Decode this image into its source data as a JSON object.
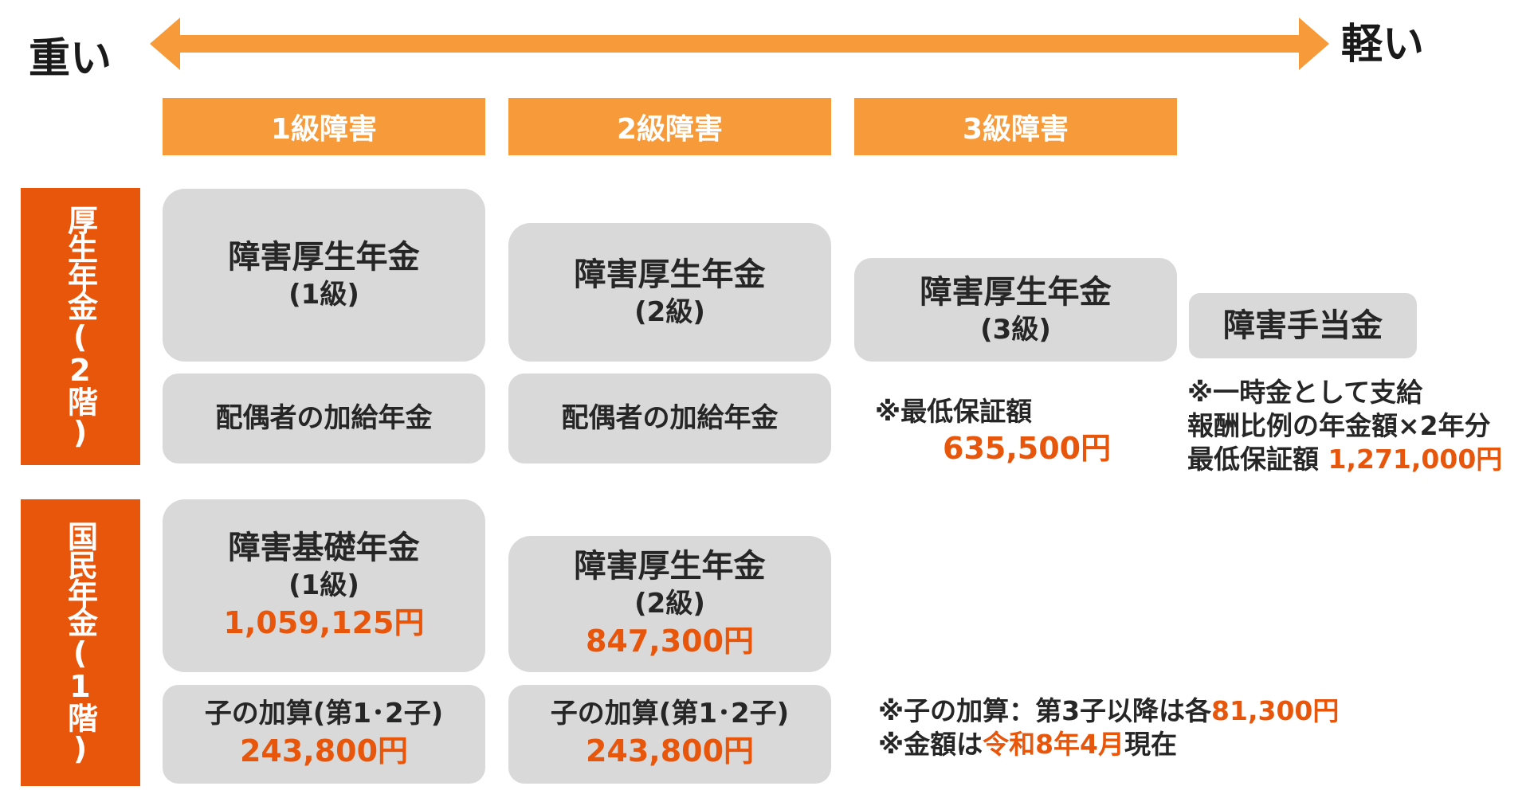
{
  "scale": {
    "heavy_label": "重い",
    "light_label": "軽い"
  },
  "grades": [
    "1級障害",
    "2級障害",
    "3級障害"
  ],
  "sides": {
    "kosei": "厚生年金(2階)",
    "kokumin": "国民年金(1階)"
  },
  "kosei_boxes": {
    "g1": {
      "title": "障害厚生年金",
      "grade": "(1級)",
      "sub": "配偶者の加給年金"
    },
    "g2": {
      "title": "障害厚生年金",
      "grade": "(2級)",
      "sub": "配偶者の加給年金"
    },
    "g3": {
      "title": "障害厚生年金",
      "grade": "(3級)",
      "note_label": "※最低保証額",
      "note_amount": "635,500円"
    },
    "teate": {
      "title": "障害手当金",
      "note1": "※一時金として支給",
      "note2": "報酬比例の年金額×2年分",
      "note3_label": "最低保証額 ",
      "note3_amount": "1,271,000円"
    }
  },
  "kokumin_boxes": {
    "g1": {
      "title": "障害基礎年金",
      "grade": "(1級)",
      "amount": "1,059,125円",
      "child_label": "子の加算(第1･2子)",
      "child_amount": "243,800円"
    },
    "g2": {
      "title": "障害厚生年金",
      "grade": "(2級)",
      "amount": "847,300円",
      "child_label": "子の加算(第1･2子)",
      "child_amount": "243,800円"
    }
  },
  "footnotes": {
    "line1_prefix": "※子の加算：第3子以降は各",
    "line1_amount": "81,300円",
    "line2_prefix": "※金額は",
    "line2_highlight": "令和8年4月",
    "line2_suffix": "現在"
  },
  "colors": {
    "grade_header": "#f79a3a",
    "side_label": "#e8560c",
    "box": "#d9d9d9",
    "amount_text": "#e8560c",
    "arrow": "#f79a3a"
  }
}
